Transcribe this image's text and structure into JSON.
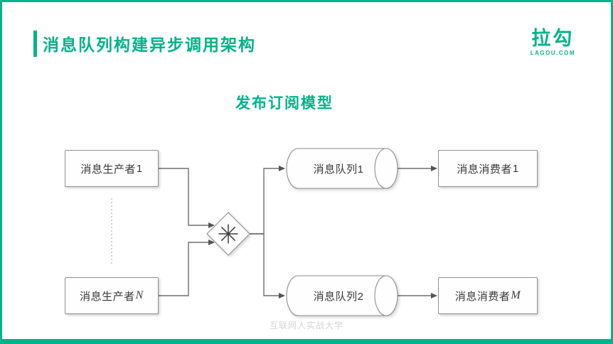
{
  "slide": {
    "title": "消息队列构建异步调用架构",
    "subtitle": "发布订阅模型",
    "watermark": "互联网人实战大学",
    "accent_color": "#00b38a",
    "shape_border_color": "#8f8f8f"
  },
  "logo": {
    "wordmark": "拉勾",
    "domain": "LAGOU.COM"
  },
  "diagram": {
    "producers": [
      {
        "label": "消息生产者",
        "suffix": "1"
      },
      {
        "label": "消息生产者",
        "suffix": "N"
      }
    ],
    "gateway_icon": "multicast-asterisk-gateway",
    "queues": [
      {
        "label": "消息队列1"
      },
      {
        "label": "消息队列2"
      }
    ],
    "consumers": [
      {
        "label": "消息消费者",
        "suffix": "1"
      },
      {
        "label": "消息消费者",
        "suffix": "M"
      }
    ]
  }
}
